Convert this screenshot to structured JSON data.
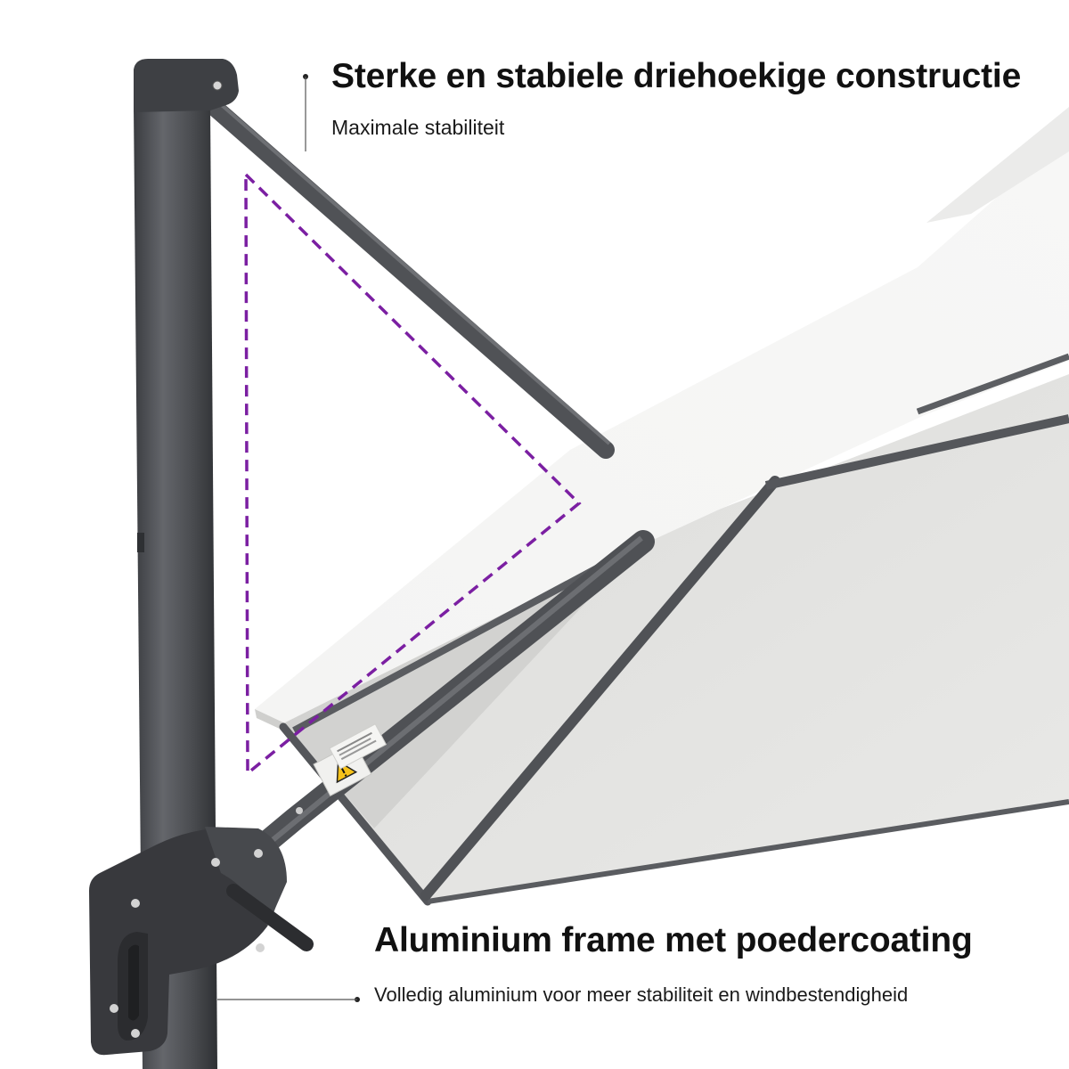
{
  "features": [
    {
      "title": "Sterke en stabiele driehoekige constructie",
      "subtitle": "Maximale stabiliteit"
    },
    {
      "title": "Aluminium frame met poedercoating",
      "subtitle": "Volledig aluminium voor meer stabiliteit en windbestendigheid"
    }
  ],
  "colors": {
    "frame": "#4a4c50",
    "canopy": "#ededec",
    "highlight": "#7b1fa2"
  }
}
